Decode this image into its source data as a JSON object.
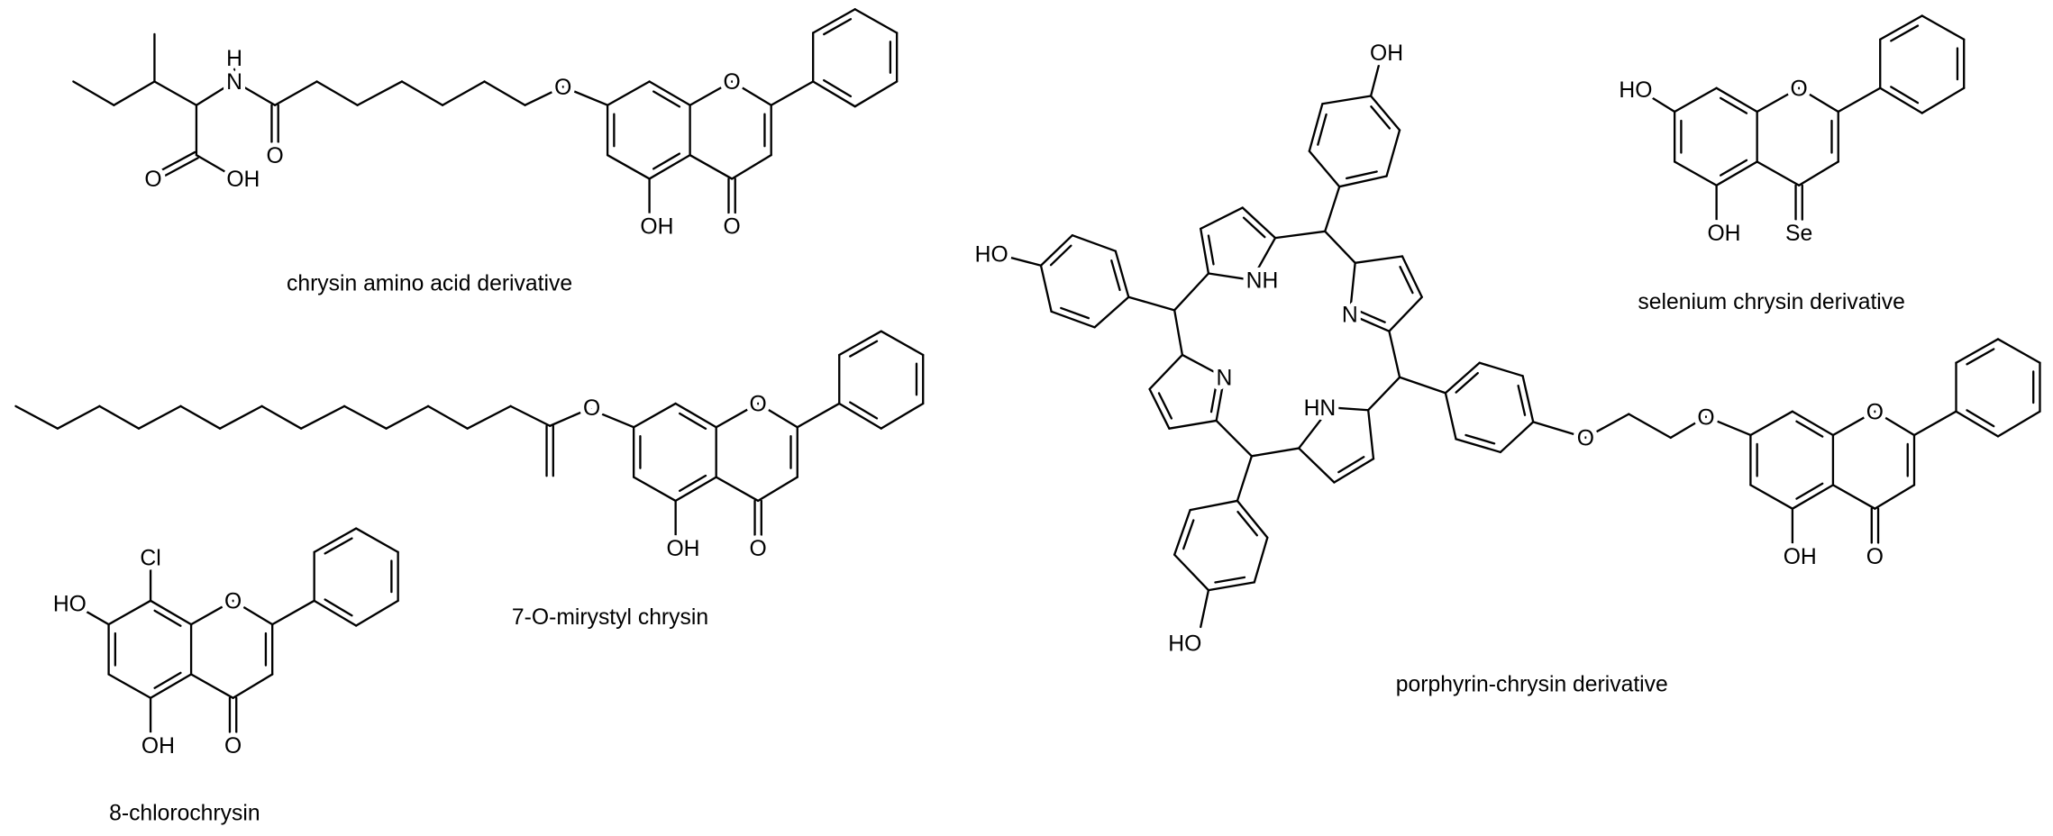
{
  "compounds": {
    "amino": {
      "name": "chrysin amino acid derivative"
    },
    "selenium": {
      "name": "selenium chrysin derivative"
    },
    "mirystyl": {
      "name": "7-O-mirystyl chrysin"
    },
    "chloro": {
      "name": "8-chlorochrysin"
    },
    "porphyrin": {
      "name": "porphyrin-chrysin derivative"
    }
  },
  "atoms": {
    "O": "O",
    "OH": "OH",
    "HO": "HO",
    "H": "H",
    "N": "N",
    "NH": "NH",
    "HN": "HN",
    "Cl": "Cl",
    "Se": "Se"
  },
  "colors": {
    "line": "#000000",
    "background": "#ffffff"
  }
}
